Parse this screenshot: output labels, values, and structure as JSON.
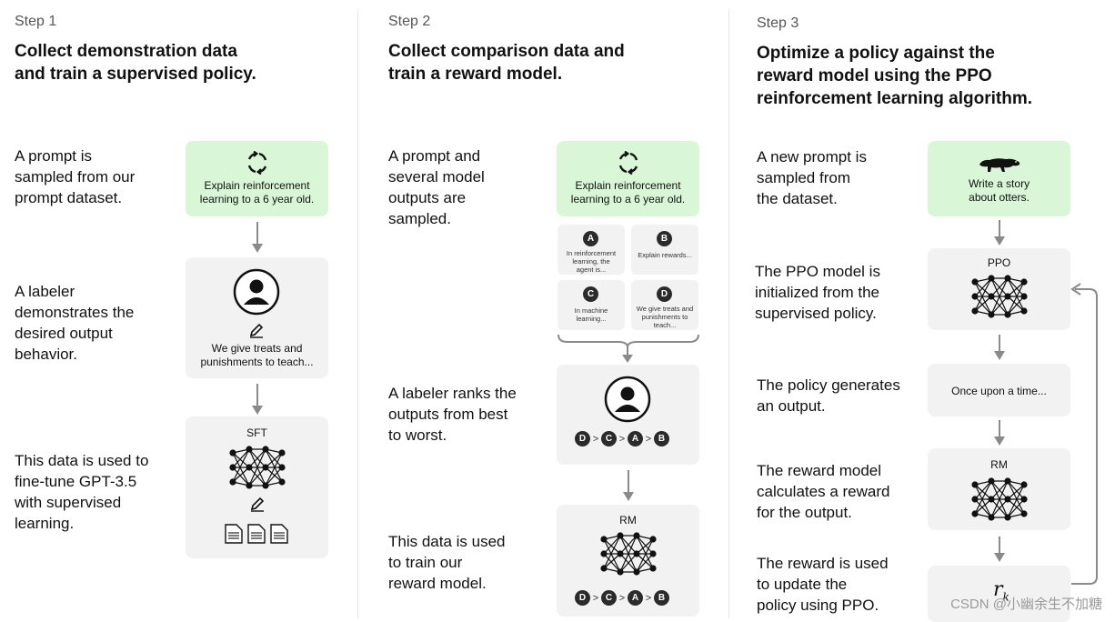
{
  "step1": {
    "label": "Step 1",
    "title_line1": "Collect demonstration data",
    "title_line2": "and train a supervised policy.",
    "desc1": [
      "A prompt is",
      "sampled from our",
      "prompt dataset."
    ],
    "desc2": [
      "A labeler",
      "demonstrates the",
      "desired output",
      "behavior."
    ],
    "desc3": [
      "This data is used to",
      "fine-tune GPT-3.5",
      "with supervised",
      "learning."
    ],
    "prompt_box": [
      "Explain reinforcement",
      "learning to a 6 year old."
    ],
    "demo_box": [
      "We give treats and",
      "punishments to teach..."
    ],
    "model_label": "SFT"
  },
  "step2": {
    "label": "Step 2",
    "title_line1": "Collect comparison data and",
    "title_line2": "train a reward model.",
    "desc1": [
      "A prompt and",
      "several model",
      "outputs are",
      "sampled."
    ],
    "desc2": [
      "A labeler ranks the",
      "outputs from best",
      "to worst."
    ],
    "desc3": [
      "This data is used",
      "to train our",
      "reward model."
    ],
    "prompt_box": [
      "Explain reinforcement",
      "learning to a 6 year old."
    ],
    "outputs": [
      {
        "badge": "A",
        "text": [
          "In reinforcement",
          "learning, the",
          "agent is..."
        ]
      },
      {
        "badge": "B",
        "text": [
          "Explain rewards..."
        ]
      },
      {
        "badge": "C",
        "text": [
          "In machine",
          "learning..."
        ]
      },
      {
        "badge": "D",
        "text": [
          "We give treats and",
          "punishments to",
          "teach..."
        ]
      }
    ],
    "ranking": [
      "D",
      "C",
      "A",
      "B"
    ],
    "rank_sep": ">",
    "model_label": "RM"
  },
  "step3": {
    "label": "Step 3",
    "title_line1": "Optimize a policy against the",
    "title_line2": "reward model using the PPO",
    "title_line3": "reinforcement learning algorithm.",
    "desc1": [
      "A new prompt is",
      "sampled from",
      "the dataset."
    ],
    "desc2": [
      "The PPO model is",
      "initialized from the",
      "supervised policy."
    ],
    "desc3": [
      "The policy generates",
      "an output."
    ],
    "desc4": [
      "The reward model",
      "calculates a reward",
      "for the output."
    ],
    "desc5": [
      "The reward is used",
      "to update the",
      "policy using PPO."
    ],
    "prompt_box": [
      "Write a story",
      "about otters."
    ],
    "ppo_label": "PPO",
    "output_text": "Once upon a time...",
    "rm_label": "RM",
    "reward_symbol": "r",
    "reward_subscript": "k"
  },
  "watermark": "CSDN @小幽余生不加糖",
  "colors": {
    "green_box": "#d9f7d6",
    "grey_box": "#f2f2f2",
    "arrow": "#8a8a8a",
    "badge": "#2b2b2b"
  }
}
